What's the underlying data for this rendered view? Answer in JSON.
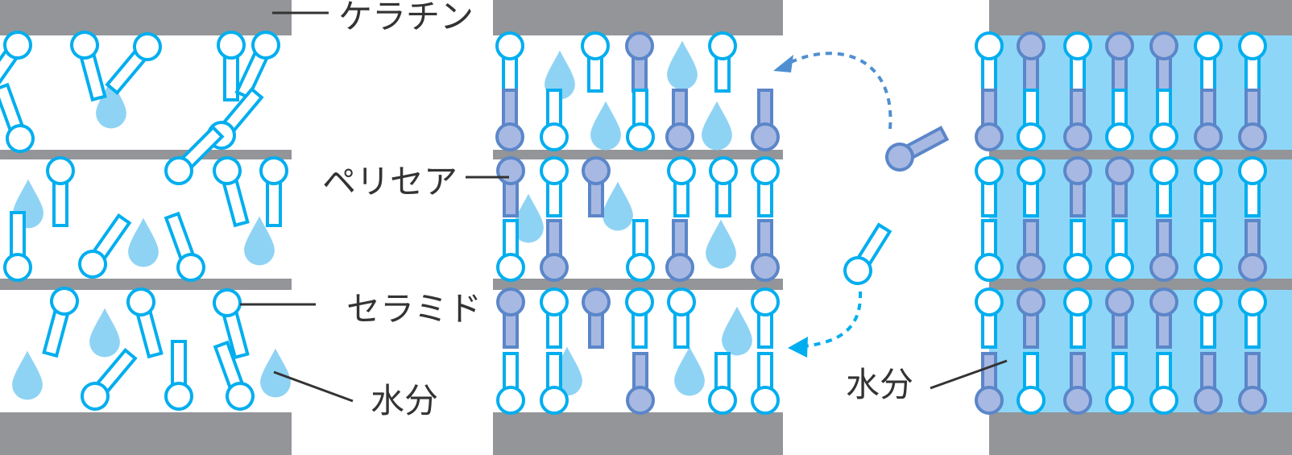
{
  "labels": {
    "keratin": "ケラチン",
    "periaa": "ペリセア",
    "ceramide": "セラミド",
    "water_left": "水分",
    "water_right": "水分"
  },
  "colors": {
    "keratin": "#939598",
    "ceramide_stroke": "#00aeef",
    "periaa_fill": "#a7b9e2",
    "periaa_stroke": "#5b86c9",
    "water": "#8fd3f4",
    "water_layer": "#8ed6f7",
    "arrow": "#4f8fd1",
    "leader": "#333333"
  },
  "icons": [
    "water-drop-icon",
    "ceramide-molecule-icon",
    "periaa-molecule-icon",
    "dotted-arrow-icon"
  ]
}
